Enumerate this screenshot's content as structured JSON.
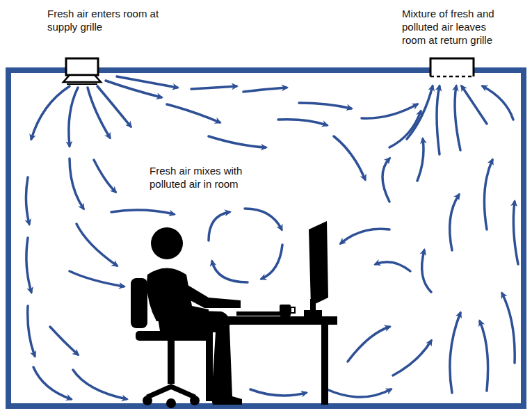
{
  "diagram": {
    "labels": [
      "Fresh air enters room at supply grille",
      "Mixture of fresh and polluted air leaves room at return grille",
      "Fresh air mixes with polluted air in room"
    ]
  }
}
